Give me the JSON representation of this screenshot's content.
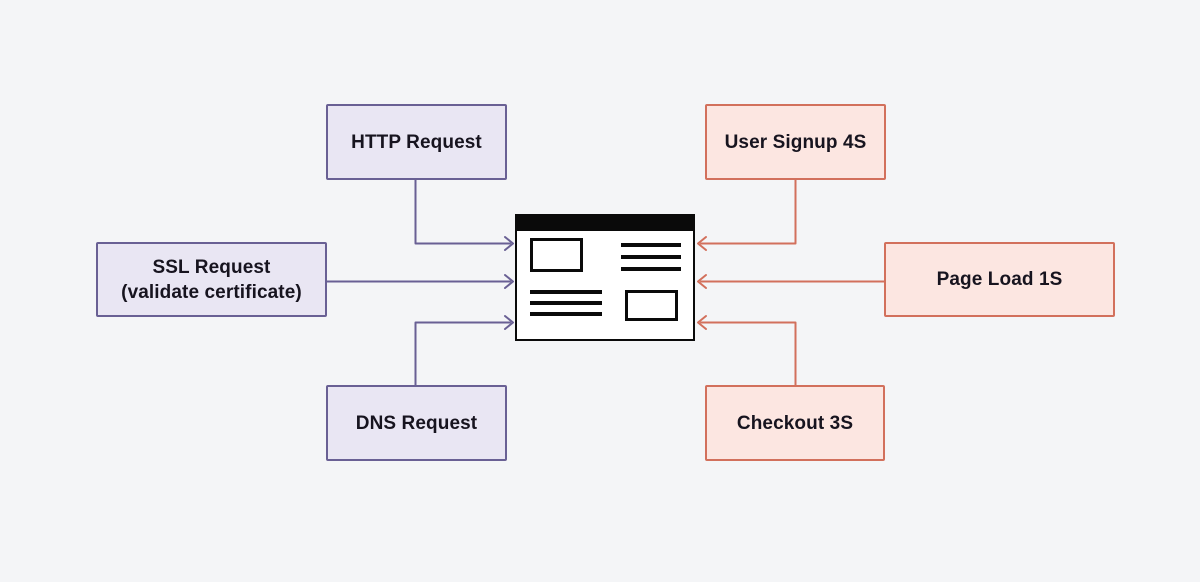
{
  "diagram": {
    "title": "browser request and metric flow diagram",
    "background": "#f4f5f7",
    "center": {
      "icon": "browser-window-icon",
      "description": "browser window with black title bar, two content rectangles and two text-line groups"
    },
    "nodes": {
      "http": {
        "label": "HTTP Request",
        "group": "request",
        "side": "left"
      },
      "ssl": {
        "label": "SSL Request",
        "sublabel": "(validate certificate)",
        "group": "request",
        "side": "left"
      },
      "dns": {
        "label": "DNS Request",
        "group": "request",
        "side": "left"
      },
      "signup": {
        "label": "User Signup 4S",
        "group": "metric",
        "side": "right"
      },
      "pageload": {
        "label": "Page Load 1S",
        "group": "metric",
        "side": "right"
      },
      "checkout": {
        "label": "Checkout 3S",
        "group": "metric",
        "side": "right"
      }
    },
    "edges": [
      {
        "from": "http",
        "to": "browser",
        "color": "purple",
        "direction": "into-left-side"
      },
      {
        "from": "ssl",
        "to": "browser",
        "color": "purple",
        "direction": "into-left-side"
      },
      {
        "from": "dns",
        "to": "browser",
        "color": "purple",
        "direction": "into-left-side"
      },
      {
        "from": "signup",
        "to": "browser",
        "color": "red",
        "direction": "into-right-side"
      },
      {
        "from": "pageload",
        "to": "browser",
        "color": "red",
        "direction": "into-right-side"
      },
      {
        "from": "checkout",
        "to": "browser",
        "color": "red",
        "direction": "into-right-side"
      }
    ],
    "colors": {
      "background": "#f4f5f7",
      "purple_border": "#696094",
      "purple_fill": "#e9e6f3",
      "red_border": "#d2705c",
      "red_fill": "#fce6e1",
      "ink": "#17141f",
      "icon_black": "#0a0a0a"
    }
  }
}
